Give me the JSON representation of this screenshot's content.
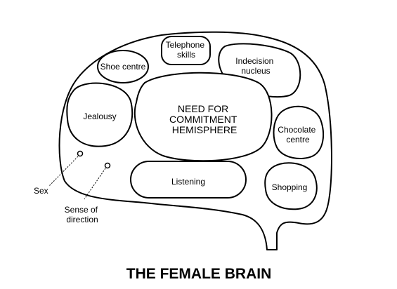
{
  "title": "THE FEMALE BRAIN",
  "regions": {
    "shoe_centre": [
      "Shoe centre"
    ],
    "telephone_skills": [
      "Telephone",
      "skills"
    ],
    "indecision_nucleus": [
      "Indecision",
      "nucleus"
    ],
    "jealousy": [
      "Jealousy"
    ],
    "need_for_commitment": [
      "NEED FOR",
      "COMMITMENT",
      "HEMISPHERE"
    ],
    "chocolate_centre": [
      "Chocolate",
      "centre"
    ],
    "listening": [
      "Listening"
    ],
    "shopping": [
      "Shopping"
    ]
  },
  "points": {
    "sex": [
      "Sex"
    ],
    "sense_of_direction": [
      "Sense of",
      "direction"
    ]
  }
}
